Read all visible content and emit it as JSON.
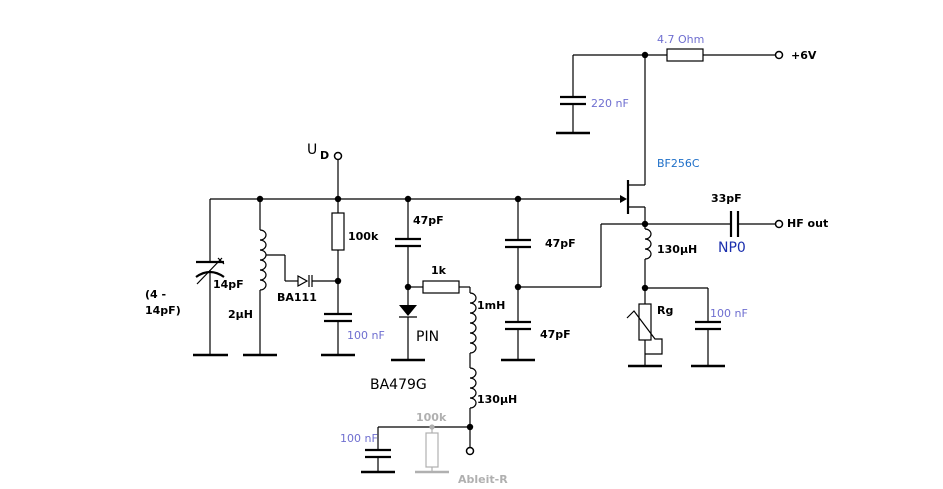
{
  "labels": {
    "supply_resistor": "4.7  Ohm",
    "supply_voltage": "+6V",
    "supply_cap": "220 nF",
    "transistor": "BF256C",
    "ud": "U",
    "ud_sub": "D",
    "coupling_cap": "33pF",
    "hf_out": "HF out",
    "np0": "NP0",
    "var_cap_range_line1": "(4 -",
    "var_cap_range_line2": "14pF)",
    "var_cap": "14pF",
    "tank_inductor": "2µH",
    "varactor": "BA111",
    "bias_resistor": "100k",
    "bias_cap": "100 nF",
    "pin_cap": "47pF",
    "pin_resistor": "1k",
    "pin_diode": "PIN",
    "pin_part": "BA479G",
    "choke_1mh": "1mH",
    "choke_130uh_lower": "130µH",
    "lower_cap": "100 nF",
    "ableit_resistor": "100k",
    "ableit_label": "Ableit-R",
    "feedback_cap_top": "47pF",
    "feedback_cap_bottom": "47pF",
    "source_choke": "130µH",
    "rg": "Rg",
    "source_cap": "100 nF"
  },
  "colors": {
    "wire": "#000000",
    "value_label": "#6f6fd0",
    "transistor_label": "#1e6fc8",
    "np0_label": "#1b2fae",
    "ghost_component": "#b0b0b0"
  }
}
